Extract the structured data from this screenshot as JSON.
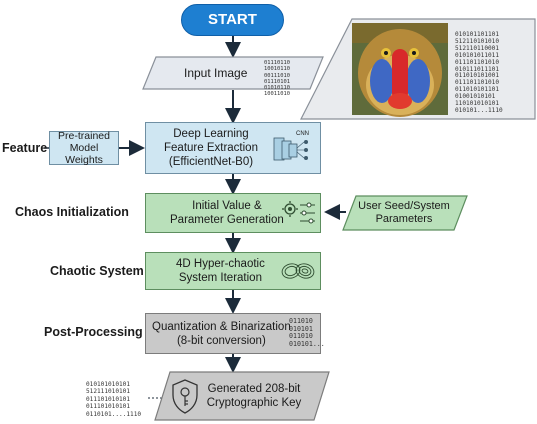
{
  "start": "START",
  "input_image": {
    "label": "Input Image",
    "bits": "01110110\n10010110\n00111010\n01110101\n01010110\n10011010",
    "photo_bits": "010101101101\n512110101010\n512110110001\n010101011011\n011101101010\n010111011101\n011010101001\n011101101010\n011010101101\n01001010101\n110101010101\n010101...1110"
  },
  "feature": {
    "stage": "Feature",
    "weights": [
      "Pre-trained",
      "Model Weights"
    ],
    "box": [
      "Deep Learning",
      "Feature Extraction",
      "(EfficientNet-B0)"
    ],
    "cnn_label": "CNN"
  },
  "chaos_init": {
    "stage": "Chaos Initialization",
    "box": [
      "Initial Value &",
      "Parameter Generation"
    ],
    "seed": [
      "User Seed/System",
      "Parameters"
    ]
  },
  "chaotic": {
    "stage": "Chaotic System",
    "box": [
      "4D Hyper-chaotic",
      "System Iteration"
    ]
  },
  "post": {
    "stage": "Post-Processing",
    "box": [
      "Quantization & Binarization",
      "(8-bit conversion)"
    ],
    "bits": "011010\n010101\n011010\n010101..."
  },
  "output": {
    "box": [
      "Generated 208-bit",
      "Cryptographic Key"
    ],
    "bits": "010101010101\n512111010101\n011101010101\n011101010101\n0110101....1110"
  },
  "colors": {
    "start": "#1e7fd1",
    "input": "#e5e9ef",
    "blue_box": "#cfe6f2",
    "green_box": "#b9e0ba",
    "gray_box": "#c9c9c9",
    "arrow": "#1c2b3a"
  }
}
